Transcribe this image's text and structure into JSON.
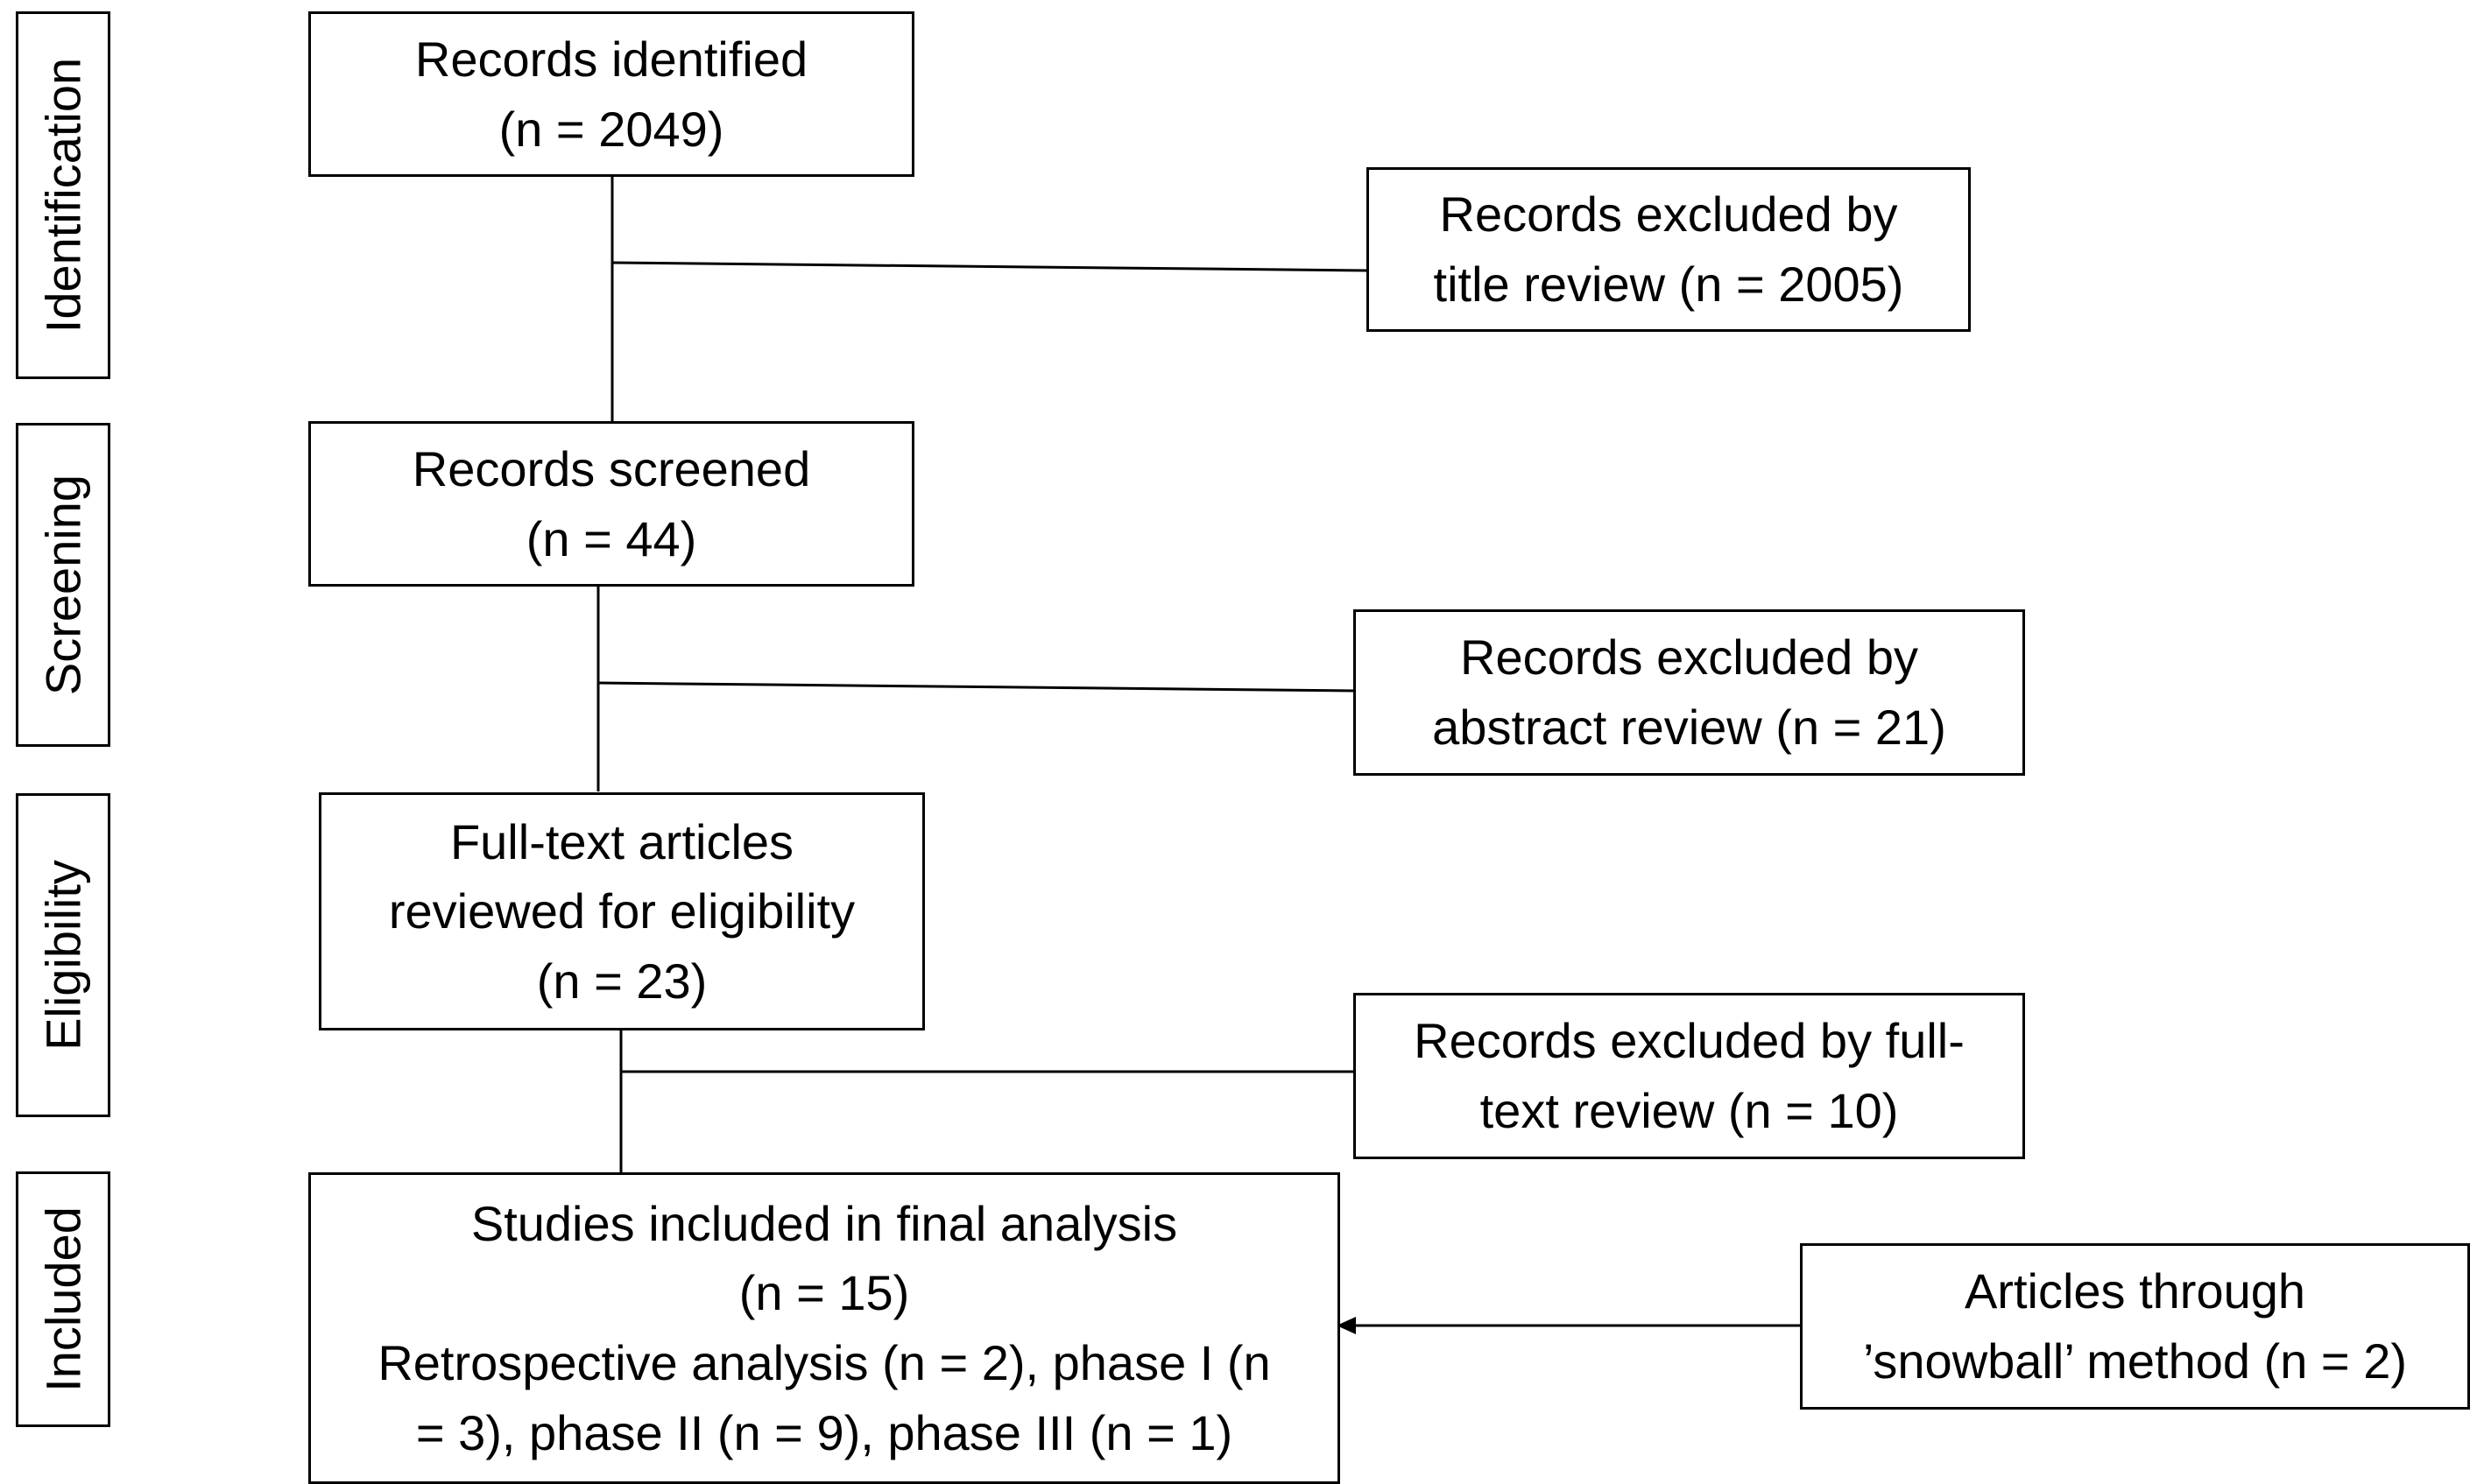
{
  "phases": {
    "identification": "Identification",
    "screening": "Screening",
    "eligibility": "Eligibility",
    "included": "Included"
  },
  "boxes": {
    "identified": {
      "line1": "Records identified",
      "line2": "(n = 2049)"
    },
    "excluded_title": {
      "line1": "Records excluded by",
      "line2": "title review  (n = 2005)"
    },
    "screened": {
      "line1": "Records screened",
      "line2": "(n = 44)"
    },
    "excluded_abstract": {
      "line1": "Records excluded by",
      "line2": "abstract review  (n = 21)"
    },
    "fulltext": {
      "line1": "Full-text articles",
      "line2": "reviewed for eligibility",
      "line3": "(n = 23)"
    },
    "excluded_fulltext": {
      "line1": "Records excluded by full-",
      "line2": "text review  (n = 10)"
    },
    "included": {
      "line1": "Studies included in final analysis",
      "line2": "(n = 15)",
      "line3": "Retrospective analysis (n = 2), phase I (n",
      "line4": "= 3), phase II (n = 9), phase III (n = 1)"
    },
    "snowball": {
      "line1": "Articles through",
      "line2": "’snowball’ method (n = 2)"
    }
  }
}
